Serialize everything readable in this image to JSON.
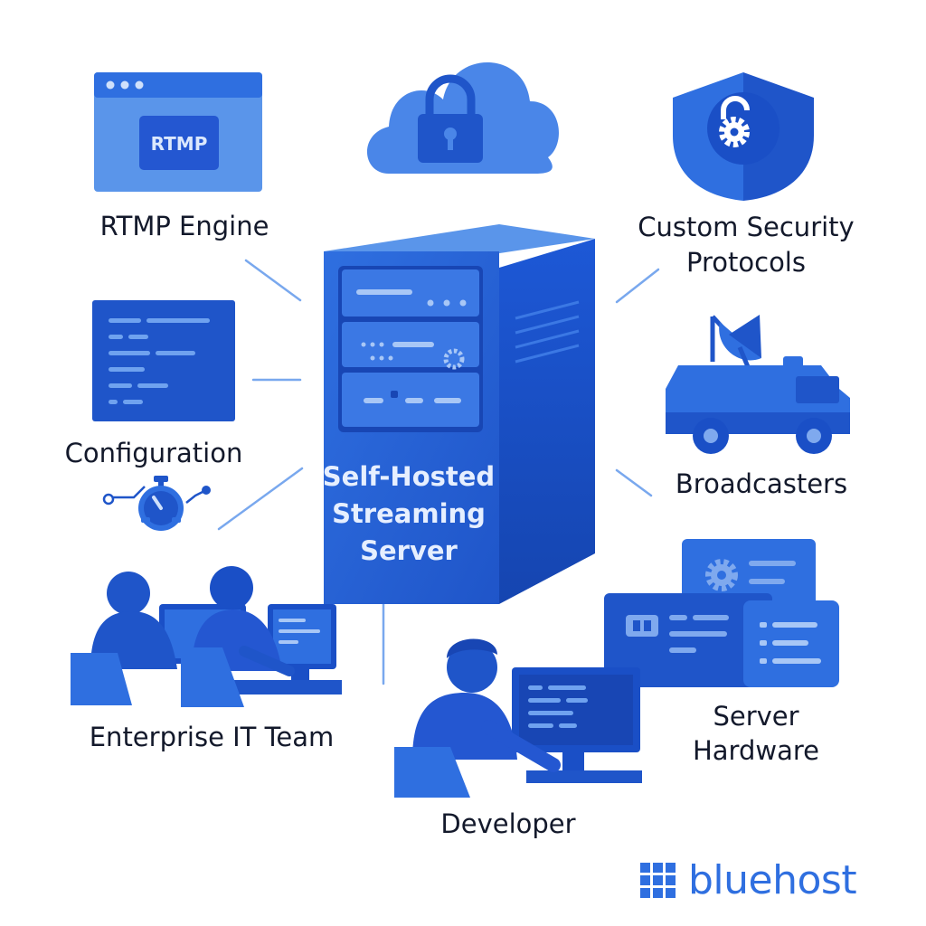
{
  "center": {
    "title_lines": [
      "Self-Hosted",
      "Streaming",
      "Server"
    ]
  },
  "nodes": {
    "rtmp_engine": {
      "label": "RTMP Engine",
      "screen_text": "RTMP"
    },
    "custom_security": {
      "label_lines": [
        "Custom Security",
        "Protocols"
      ]
    },
    "configuration": {
      "label": "Configuration"
    },
    "broadcasters": {
      "label": "Broadcasters"
    },
    "enterprise_it": {
      "label": "Enterprise IT Team"
    },
    "server_hardware": {
      "label_lines": [
        "Server",
        "Hardware"
      ]
    },
    "developer": {
      "label": "Developer"
    }
  },
  "brand": {
    "name": "bluehost"
  },
  "icons": {
    "rtmp": "browser-window-icon",
    "cloud": "cloud-lock-icon",
    "shield": "shield-gear-icon",
    "config": "code-window-icon",
    "stopwatch": "stopwatch-icon",
    "van": "satellite-van-icon",
    "team": "people-at-computers-icon",
    "hardware": "server-cards-icon",
    "developer": "developer-icon"
  },
  "colors": {
    "primary": "#2f6fe0",
    "dark": "#1f55c9",
    "light": "#5a95ea",
    "navy": "#13192b"
  }
}
